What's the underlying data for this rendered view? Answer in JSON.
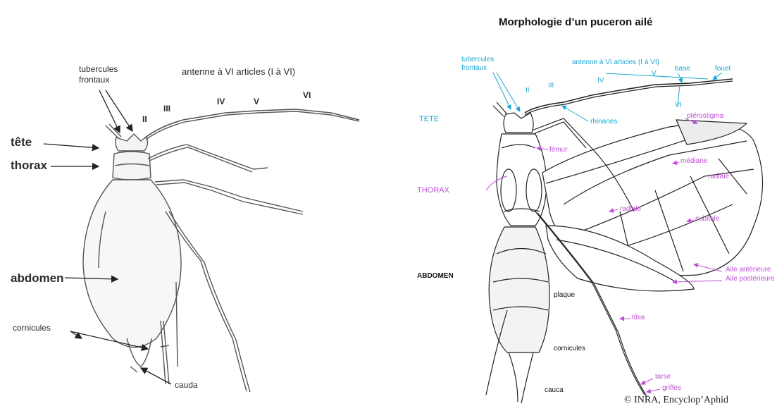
{
  "left_diagram": {
    "tubercules": "tubercules\nfrontaux",
    "tubercules_l1": "tubercules",
    "tubercules_l2": "frontaux",
    "antenne": "antenne à VI articles (I à VI)",
    "seg_II": "II",
    "seg_III": "III",
    "seg_IV": "IV",
    "seg_V": "V",
    "seg_VI": "VI",
    "tete": "tête",
    "thorax": "thorax",
    "abdomen": "abdomen",
    "cornicules": "cornicules",
    "cauda": "cauda"
  },
  "right_diagram": {
    "title": "Morphologie d’un puceron ailé",
    "tubercules_l1": "tubercules",
    "tubercules_l2": "frontaux",
    "antenne": "antenne à VI articles (I à VI)",
    "base": "base",
    "fouet": "fouet",
    "seg_II": "II",
    "seg_III": "III",
    "seg_IV": "IV",
    "seg_V": "V",
    "seg_VI": "VI",
    "rhinaries": "rhinaries",
    "pterostigma": "ptérostigma",
    "femur": "fémur",
    "mediane": "médiane",
    "radiale_1": "radiale",
    "radiale_2": "radiale",
    "cubitale": "cubitale",
    "aile_anterieure": "Aile antérieure",
    "aile_posterieure": "Aile postérieure",
    "plaque": "plaque",
    "tibia": "tibia",
    "tarse": "tarse",
    "griffes": "griffes",
    "cornicules": "cornicules",
    "cauda": "cauca",
    "tete": "TETE",
    "thorax": "THORAX",
    "abdomen": "ABDOMEN",
    "credit": "© INRA, Encyclop’Aphid"
  },
  "colors": {
    "cyan": "#1aa6d4",
    "magenta": "#c050d8",
    "ink": "#2a2a2a"
  }
}
